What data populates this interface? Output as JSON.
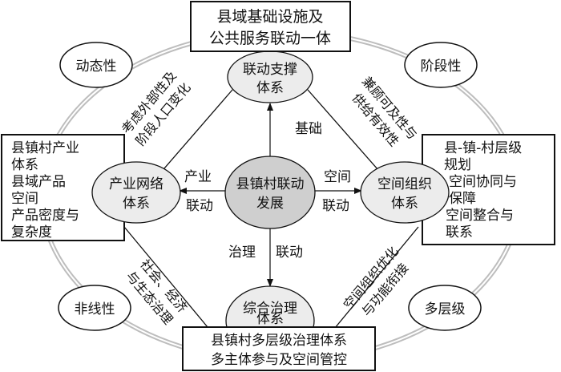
{
  "top_box": {
    "lines": [
      "县域基础设施及",
      "公共服务联动一体"
    ]
  },
  "left_box": {
    "lines": [
      "县镇村产业",
      "体系",
      "县域产品",
      "空间",
      "产品密度与",
      "复杂度"
    ]
  },
  "right_box": {
    "lines": [
      "县-镇-村层级",
      "规划",
      "空间协同与",
      "保障",
      "空间整合与",
      "联系"
    ]
  },
  "bottom_box": {
    "lines": [
      "县镇村多层级治理体系",
      "多主体参与及空间管控"
    ]
  },
  "center_node": {
    "lines": [
      "县镇村联动",
      "发展"
    ]
  },
  "top_node": {
    "lines": [
      "联动支撑",
      "体系"
    ]
  },
  "left_node": {
    "lines": [
      "产业网络",
      "体系"
    ]
  },
  "right_node": {
    "lines": [
      "空间组织",
      "体系"
    ]
  },
  "bottom_node": {
    "lines": [
      "综合治理",
      "体系"
    ]
  },
  "traits": {
    "top_left": "动态性",
    "top_right": "阶段性",
    "bottom_left": "非线性",
    "bottom_right": "多层级"
  },
  "arrow_labels": {
    "up": "基础",
    "left": [
      "产业",
      "联动"
    ],
    "right": [
      "空间",
      "联动"
    ],
    "down": [
      "治理",
      "联动"
    ]
  },
  "edge_labels": {
    "top_left": [
      "考虑外部性及",
      "阶段人口变化"
    ],
    "top_right": [
      "兼顾可及性与",
      "供给有效性"
    ],
    "bottom_left": [
      "社会、经济",
      "与生态治理"
    ],
    "bottom_right": [
      "空间组织优化",
      "与功能衔接"
    ]
  },
  "colors": {
    "center_fill": "#cfcfcf",
    "node_fill": "#ececec",
    "ring": "#bdbdbd"
  }
}
